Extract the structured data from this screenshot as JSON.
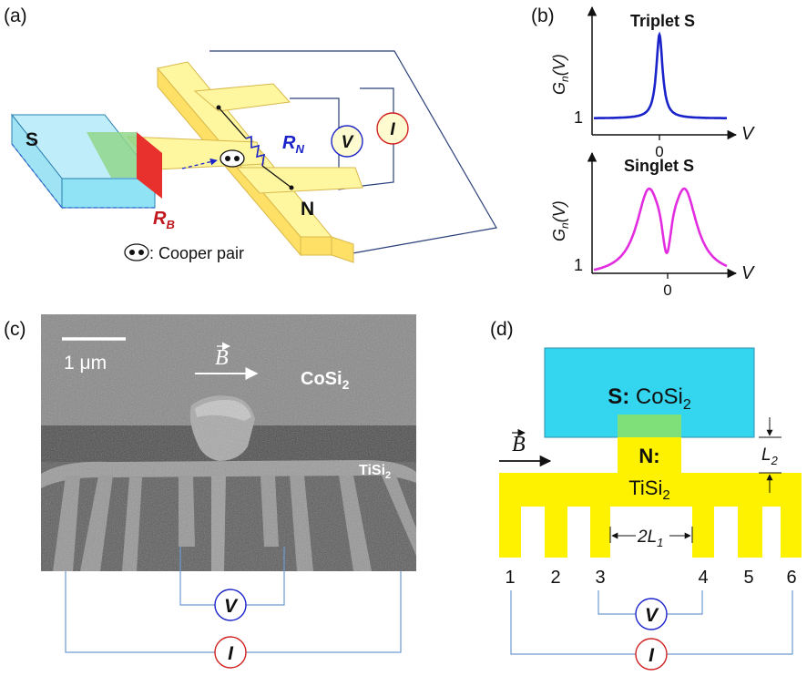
{
  "panel_a": {
    "label": "(a)",
    "superconductor": "S",
    "normal_metal": "N",
    "rn_main": "R",
    "rn_sub": "N",
    "rb_main": "R",
    "rb_sub": "B",
    "voltmeter": "V",
    "ammeter": "I",
    "legend_text": ": Cooper pair",
    "colors": {
      "s_block": "#8fe3f5",
      "n_metal": "#fff27a",
      "interface": "#e8312c",
      "rn": "#1a22c9",
      "rb": "#c0161c"
    }
  },
  "panel_b": {
    "label": "(b)",
    "top": {
      "title": "Triplet S",
      "ylabel_main": "G",
      "ylabel_sub": "n",
      "ylabel_tail": "(V)",
      "xlabel": "V",
      "ytick": "1",
      "xtick": "0",
      "color": "#1a22c9"
    },
    "bottom": {
      "title": "Singlet S",
      "ylabel_main": "G",
      "ylabel_sub": "n",
      "ylabel_tail": "(V)",
      "xlabel": "V",
      "ytick": "1",
      "xtick": "0",
      "color": "#e22ce0"
    }
  },
  "panel_c": {
    "label": "(c)",
    "scale_bar": "1 μm",
    "field": "B",
    "s_material_main": "CoSi",
    "s_material_sub": "2",
    "n_material_main": "TiSi",
    "n_material_sub": "2",
    "voltmeter": "V",
    "ammeter": "I"
  },
  "panel_d": {
    "label": "(d)",
    "s_prefix": "S:",
    "s_material_main": " CoSi",
    "s_material_sub": "2",
    "n_prefix": "N:",
    "n_material_main": "TiSi",
    "n_material_sub": "2",
    "field": "B",
    "l1_prefix": "2L",
    "l1_sub": "1",
    "l2_main": "L",
    "l2_sub": "2",
    "leads": [
      "1",
      "2",
      "3",
      "4",
      "5",
      "6"
    ],
    "voltmeter": "V",
    "ammeter": "I",
    "colors": {
      "s_block": "#33d6ee",
      "n_metal": "#fff200",
      "interface": "#7fe07a"
    }
  }
}
